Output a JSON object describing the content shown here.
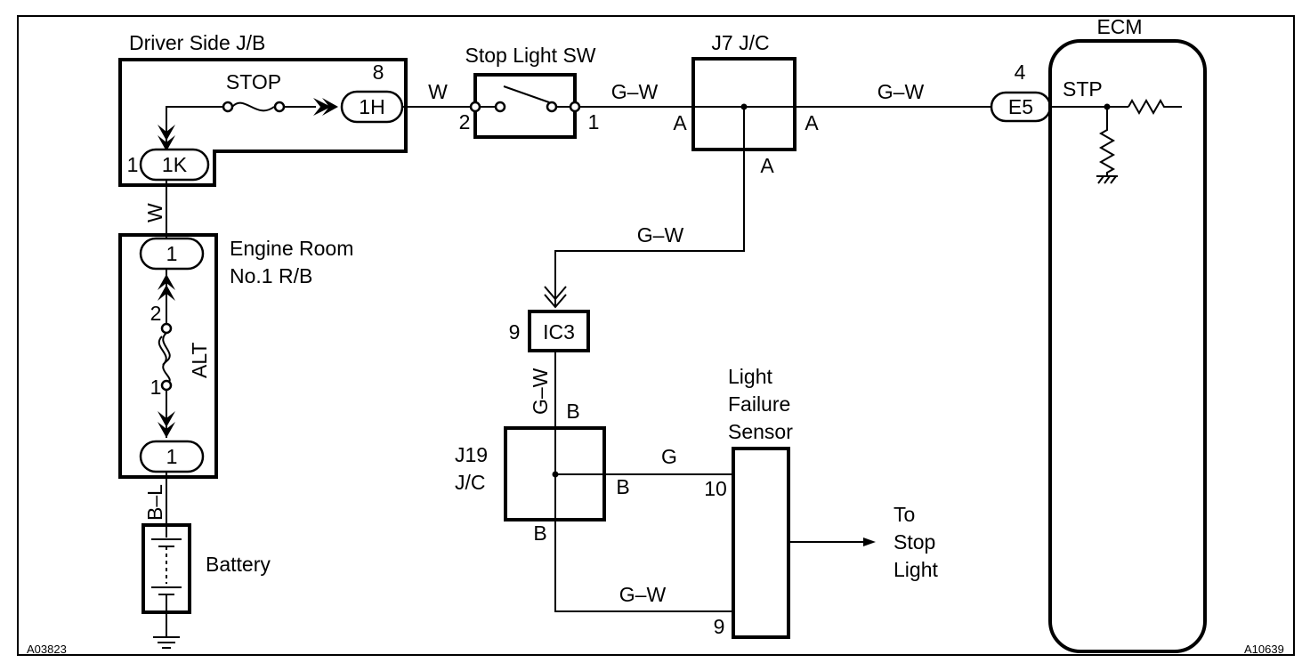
{
  "driver_jb": {
    "title": "Driver Side J/B",
    "fuse": "STOP",
    "pin_top": "8",
    "connector_top": "1H",
    "pin_left": "1",
    "connector_left": "1K"
  },
  "engine_rb": {
    "title_line1": "Engine  Room",
    "title_line2": "No.1 R/B",
    "connector_top": "1",
    "connector_bottom": "1",
    "fuse": "ALT",
    "pin_upper": "2",
    "pin_lower": "1"
  },
  "stop_switch": {
    "title": "Stop Light SW",
    "pin_left": "2",
    "pin_right": "1"
  },
  "j7": {
    "title": "J7 J/C",
    "left": "A",
    "right": "A",
    "bottom": "A"
  },
  "ecm": {
    "title": "ECM",
    "pin": "4",
    "connector": "E5",
    "terminal": "STP"
  },
  "ic3": {
    "connector": "IC3",
    "pin": "9"
  },
  "j19": {
    "title_line1": "J19",
    "title_line2": "J/C",
    "top": "B",
    "right": "B",
    "bottom": "B"
  },
  "sensor": {
    "line1": "Light",
    "line2": "Failure",
    "line3": "Sensor",
    "pin_upper": "10",
    "pin_lower": "9"
  },
  "to_stop": {
    "line1": "To",
    "line2": "Stop",
    "line3": "Light"
  },
  "battery": {
    "label": "Battery"
  },
  "wires": {
    "w_jb_sw": "W",
    "gw_sw_j7": "G–W",
    "gw_j7_ecm": "G–W",
    "w_vertical": "W",
    "gw_drop": "G–W",
    "gw_vertical": "G–W",
    "bl_vertical": "B–L",
    "g_sensor": "G",
    "gw_bottom": "G–W"
  },
  "codes": {
    "left": "A03823",
    "right": "A10639"
  }
}
